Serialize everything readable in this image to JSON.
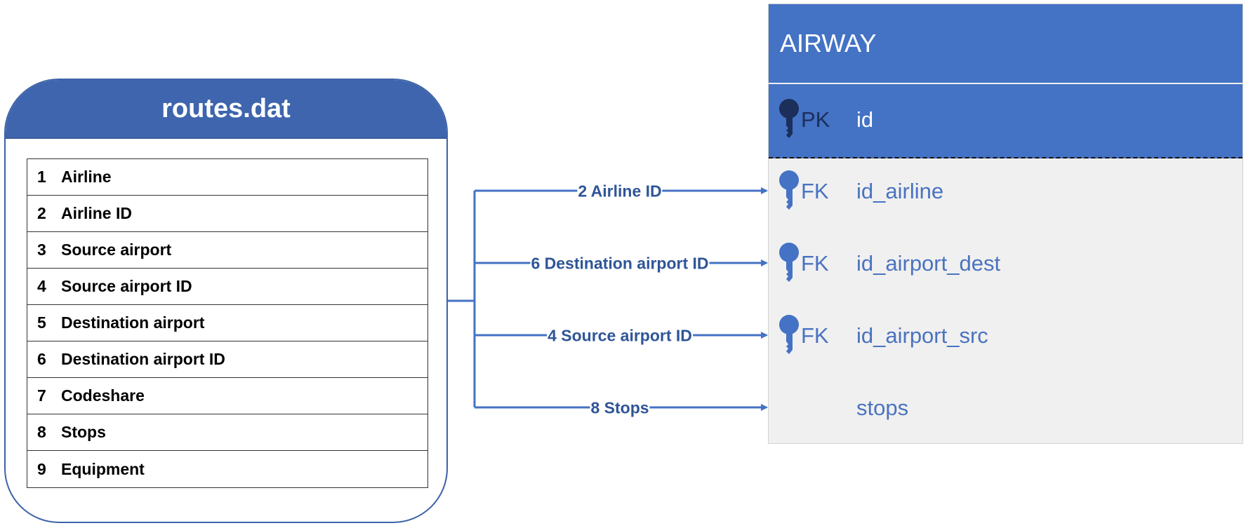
{
  "source": {
    "title": "routes.dat",
    "fields": [
      {
        "num": "1",
        "name": "Airline"
      },
      {
        "num": "2",
        "name": "Airline ID"
      },
      {
        "num": "3",
        "name": "Source airport"
      },
      {
        "num": "4",
        "name": "Source airport ID"
      },
      {
        "num": "5",
        "name": "Destination airport"
      },
      {
        "num": "6",
        "name": "Destination airport ID"
      },
      {
        "num": "7",
        "name": "Codeshare"
      },
      {
        "num": "8",
        "name": "Stops"
      },
      {
        "num": "9",
        "name": "Equipment"
      }
    ]
  },
  "target": {
    "title": "AIRWAY",
    "columns": [
      {
        "key": "PK",
        "name": "id",
        "icon": "key-icon"
      },
      {
        "key": "FK",
        "name": "id_airline",
        "icon": "key-icon"
      },
      {
        "key": "FK",
        "name": "id_airport_dest",
        "icon": "key-icon"
      },
      {
        "key": "FK",
        "name": "id_airport_src",
        "icon": "key-icon"
      },
      {
        "key": "",
        "name": "stops",
        "icon": ""
      }
    ]
  },
  "mappings": [
    {
      "label": "2 Airline ID"
    },
    {
      "label": "6 Destination airport ID"
    },
    {
      "label": "4 Source airport ID"
    },
    {
      "label": "8 Stops"
    }
  ],
  "colors": {
    "header_blue": "#4472c4",
    "card_header": "#3e65ad",
    "connector": "#4472c4",
    "fk_text": "#4a73c0",
    "table_body": "#f0f0f0"
  }
}
